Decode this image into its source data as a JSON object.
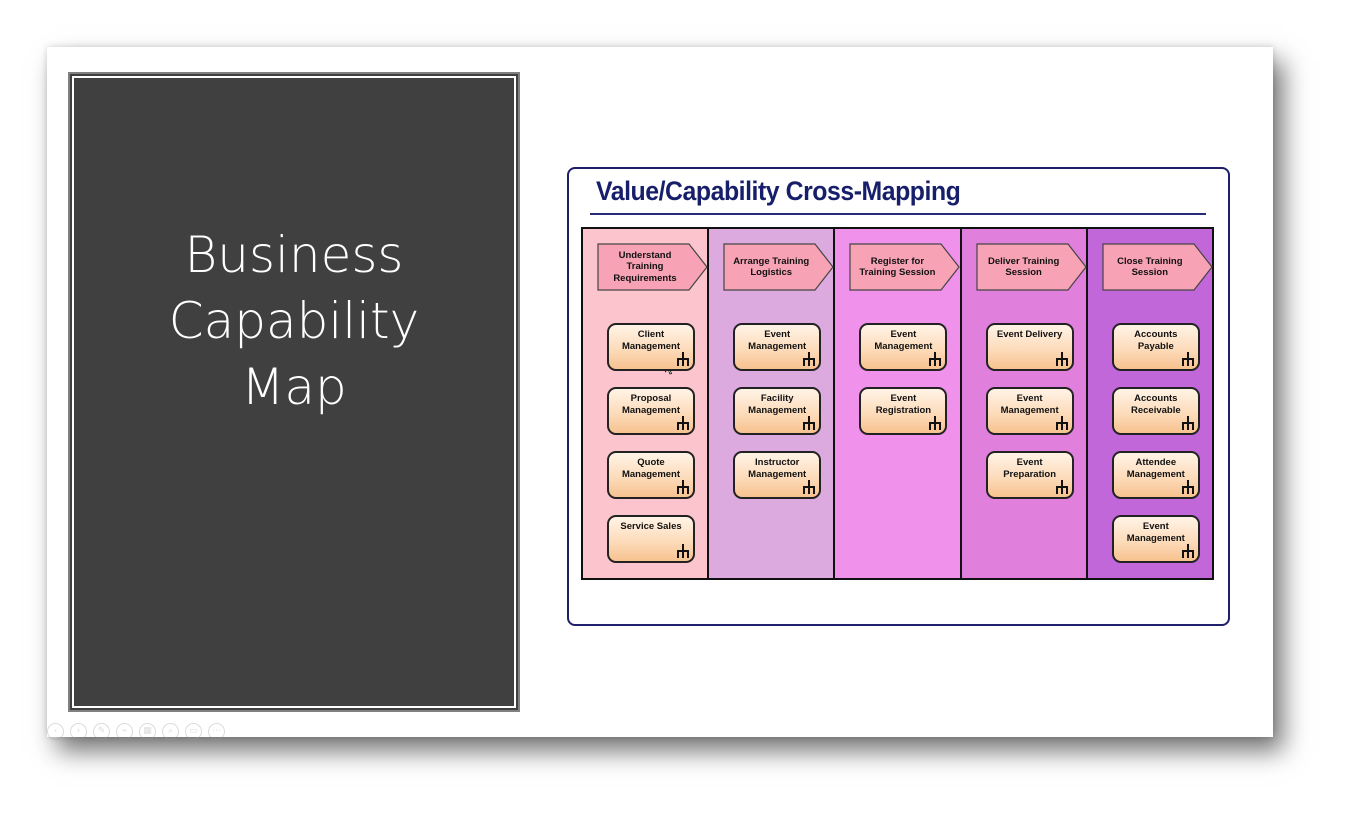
{
  "slide": {
    "title_lines": [
      "Business",
      "Capability",
      "Map"
    ]
  },
  "diagram": {
    "title": "Value/Capability Cross-Mapping",
    "stages": [
      {
        "label": "Understand Training Requirements",
        "capabilities": [
          "Client Management",
          "Proposal Management",
          "Quote Management",
          "Service Sales"
        ]
      },
      {
        "label": "Arrange Training Logistics",
        "capabilities": [
          "Event Management",
          "Facility Management",
          "Instructor Management"
        ]
      },
      {
        "label": "Register for Training Session",
        "capabilities": [
          "Event Management",
          "Event Registration"
        ]
      },
      {
        "label": "Deliver Training Session",
        "capabilities": [
          "Event Delivery",
          "Event Management",
          "Event Preparation"
        ]
      },
      {
        "label": "Close Training Session",
        "capabilities": [
          "Accounts Payable",
          "Accounts Receivable",
          "Attendee Management",
          "Event Management"
        ]
      }
    ]
  },
  "colors": {
    "title_panel": "#404040",
    "diagram_title": "#171f6b",
    "stage_columns": [
      "#fcc4cc",
      "#dcaadf",
      "#f091ec",
      "#e07fdc",
      "#c167d9"
    ],
    "chevron_fill": "#f7a3b5",
    "capability_fill": "#fddcbb"
  },
  "icons": {
    "capability": "capability-fork-icon",
    "toolbar": [
      "previous-icon",
      "next-icon",
      "pen-icon",
      "highlighter-icon",
      "slides-icon",
      "zoom-icon",
      "subtitles-icon",
      "more-icon"
    ]
  }
}
